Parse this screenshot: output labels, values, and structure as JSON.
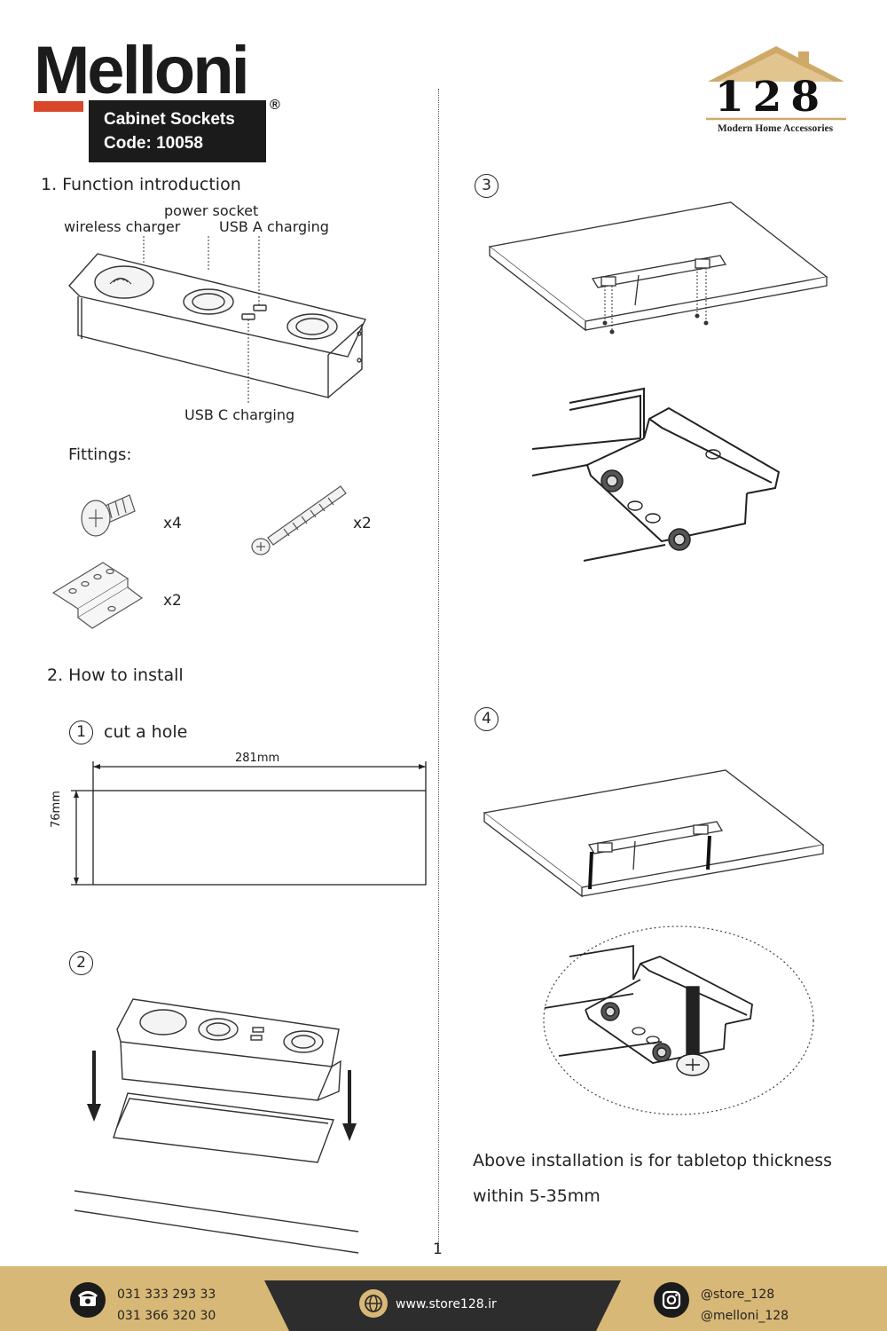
{
  "brand": {
    "name": "Melloni",
    "product": "Cabinet Sockets",
    "code": "Code: 10058",
    "registered": "®"
  },
  "store": {
    "number": "128",
    "tagline": "Modern Home Accessories"
  },
  "function_intro": {
    "heading": "1. Function introduction",
    "labels": {
      "wireless": "wireless charger",
      "power": "power socket",
      "usb_a": "USB A charging",
      "usb_c": "USB C charging"
    }
  },
  "fittings": {
    "heading": "Fittings:",
    "items": [
      {
        "name": "screw",
        "qty": "x4"
      },
      {
        "name": "bolt",
        "qty": "x2"
      },
      {
        "name": "bracket",
        "qty": "x2"
      }
    ]
  },
  "install": {
    "heading": "2. How to install",
    "step1": {
      "num": "1",
      "label": "cut a hole",
      "width": "281mm",
      "height": "76mm"
    },
    "step2": {
      "num": "2"
    },
    "step3": {
      "num": "3"
    },
    "step4": {
      "num": "4"
    }
  },
  "note": "Above installation is for tabletop thickness within 5-35mm",
  "page_number": "1",
  "footer": {
    "phone1": "031 333 293 33",
    "phone2": "031 366 320 30",
    "website": "www.store128.ir",
    "social1": "@store_128",
    "social2": "@melloni_128"
  },
  "colors": {
    "accent_red": "#d9472b",
    "footer_gold": "#d8b876",
    "footer_dark": "#2d2d2d"
  }
}
